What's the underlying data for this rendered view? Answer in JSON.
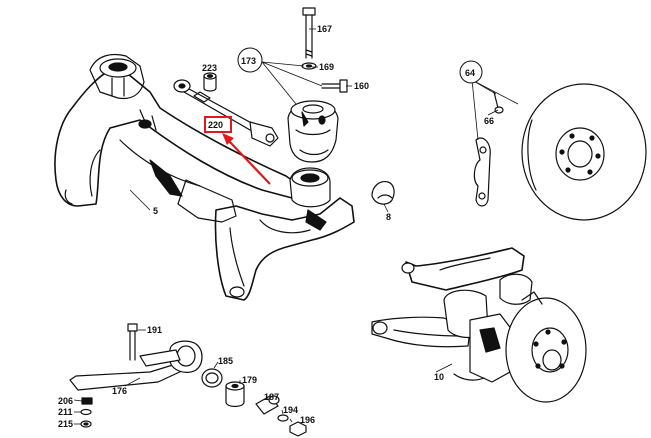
{
  "diagram": {
    "labels": {
      "p167": "167",
      "p173": "173",
      "p223": "223",
      "p169": "169",
      "p160": "160",
      "p220": "220",
      "p64": "64",
      "p66": "66",
      "p5": "5",
      "p8": "8",
      "p10": "10",
      "p191": "191",
      "p176": "176",
      "p185": "185",
      "p179": "179",
      "p187": "187",
      "p194": "194",
      "p196": "196",
      "p206": "206",
      "p211": "211",
      "p215": "215"
    },
    "highlight": {
      "part": "220",
      "color": "#e0191b"
    }
  }
}
